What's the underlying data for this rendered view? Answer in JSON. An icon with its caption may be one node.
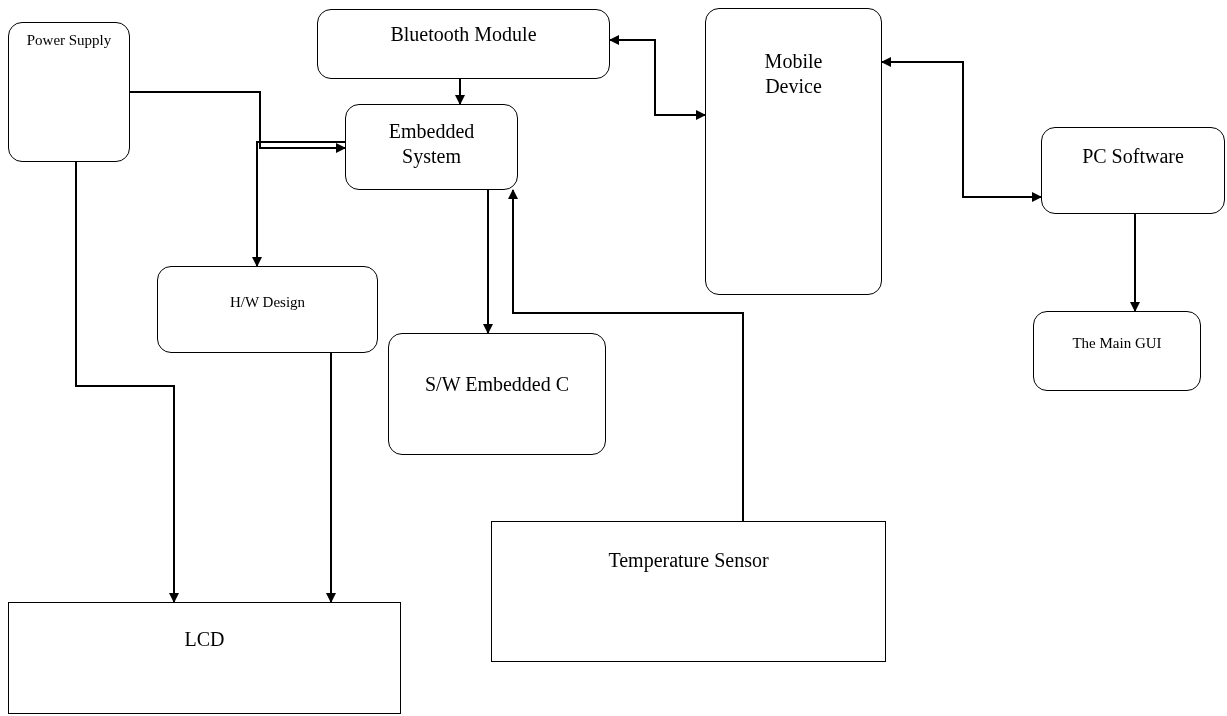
{
  "diagram": {
    "nodes": [
      {
        "text": [
          "Power Supply"
        ]
      },
      {
        "text": [
          "Bluetooth Module"
        ]
      },
      {
        "text": [
          "Mobile Device"
        ]
      },
      {
        "text": [
          "Embedded System"
        ]
      },
      {
        "text": [
          "PC Software"
        ]
      },
      {
        "text": [
          "H/W Design"
        ]
      },
      {
        "text": [
          "S/W Embedded C"
        ]
      },
      {
        "text": [
          "The Main GUI"
        ]
      },
      {
        "text": [
          "Temperature Sensor"
        ]
      },
      {
        "text": [
          "LCD"
        ]
      }
    ],
    "edges": [
      {
        "from": 0,
        "to": 3,
        "arrow": "to"
      },
      {
        "from": 1,
        "to": 3,
        "arrow": "to"
      },
      {
        "from": 1,
        "to": 2,
        "arrow": "both"
      },
      {
        "from": 2,
        "to": 4,
        "arrow": "both"
      },
      {
        "from": 3,
        "to": 5,
        "arrow": "to"
      },
      {
        "from": 3,
        "to": 6,
        "arrow": "to"
      },
      {
        "from": 8,
        "to": 3,
        "arrow": "to"
      },
      {
        "from": 0,
        "to": 9,
        "arrow": "to"
      },
      {
        "from": 5,
        "to": 9,
        "arrow": "to"
      },
      {
        "from": 4,
        "to": 7,
        "arrow": "to"
      }
    ]
  }
}
